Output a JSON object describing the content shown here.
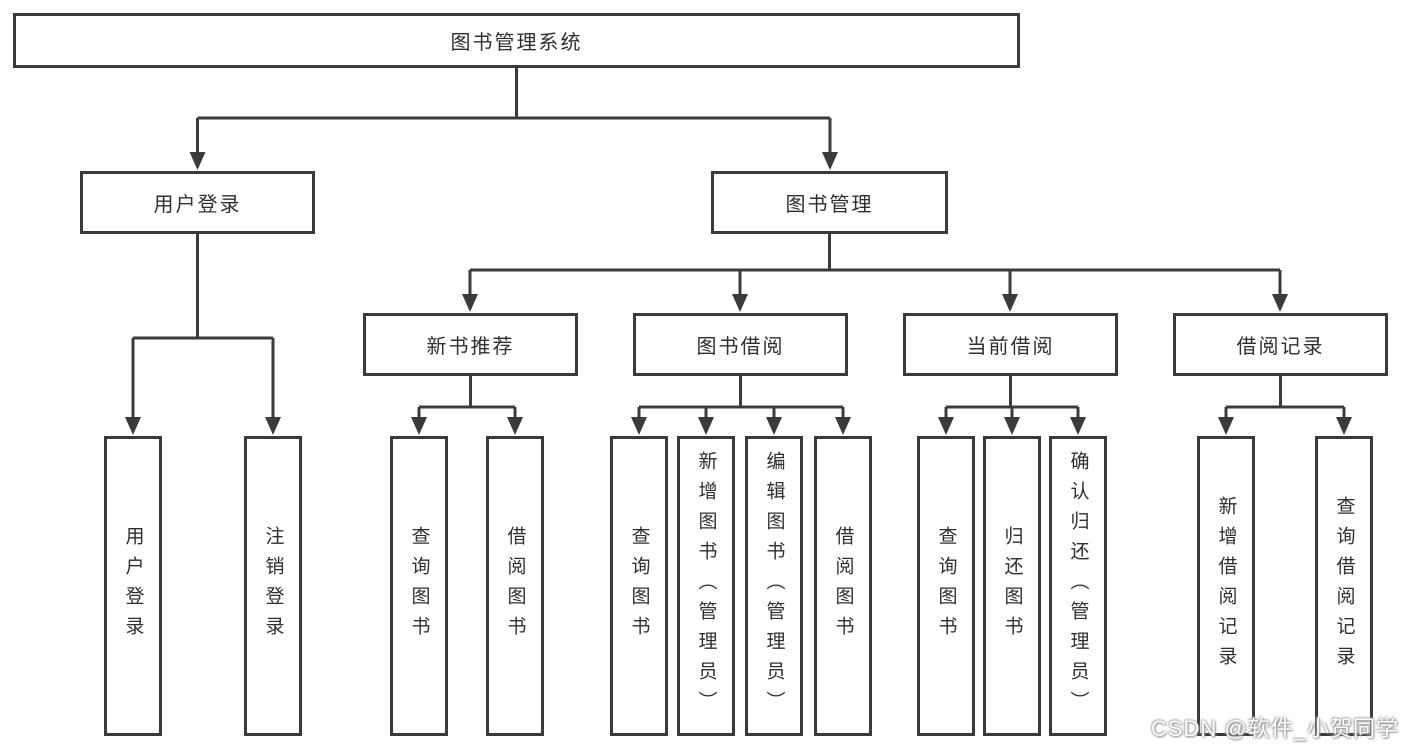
{
  "root": {
    "label": "图书管理系统"
  },
  "level2": {
    "user_login": {
      "label": "用户登录"
    },
    "book_management": {
      "label": "图书管理"
    }
  },
  "level3": {
    "new_book_recommend": {
      "label": "新书推荐"
    },
    "book_borrowing": {
      "label": "图书借阅"
    },
    "current_borrowing": {
      "label": "当前借阅"
    },
    "borrowing_records": {
      "label": "借阅记录"
    }
  },
  "leaves": [
    {
      "label": "用户登录"
    },
    {
      "label": "注销登录"
    },
    {
      "label": "查询图书"
    },
    {
      "label": "借阅图书"
    },
    {
      "label": "查询图书"
    },
    {
      "label": "新增图书（管理员）"
    },
    {
      "label": "编辑图书（管理员）"
    },
    {
      "label": "借阅图书"
    },
    {
      "label": "查询图书"
    },
    {
      "label": "归还图书"
    },
    {
      "label": "确认归还（管理员）"
    },
    {
      "label": "新增借阅记录"
    },
    {
      "label": "查询借阅记录"
    }
  ],
  "watermark": {
    "text": "CSDN @软件_小贺同学"
  },
  "colors": {
    "line": "#3b3b3b",
    "box_border": "#3a3a3a",
    "text": "#2f2f2f",
    "background": "#ffffff",
    "watermark_shadow": "#8f8f8f"
  }
}
